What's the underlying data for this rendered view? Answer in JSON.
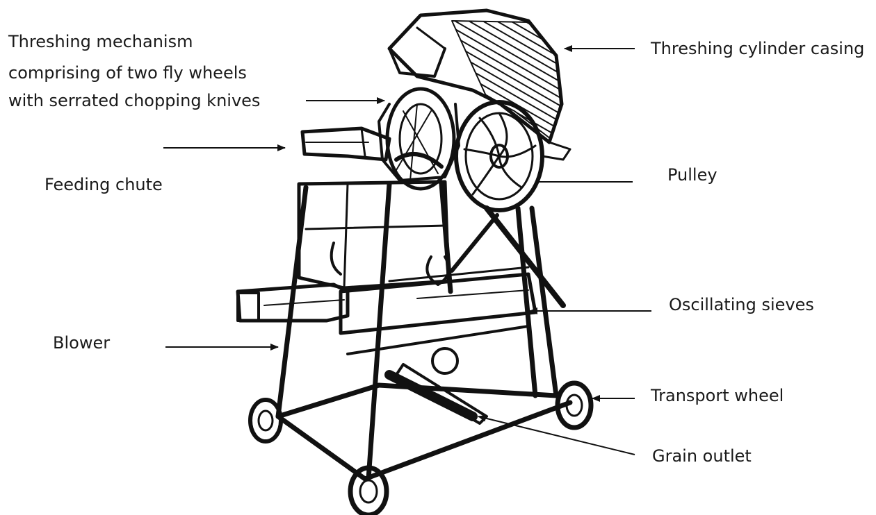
{
  "diagram": {
    "labels": {
      "threshing_mechanism": [
        "Threshing mechanism",
        "comprising of two fly wheels",
        "with serrated chopping knives"
      ],
      "threshing_cylinder_casing": "Threshing cylinder casing",
      "feeding_chute": "Feeding chute",
      "pulley": "Pulley",
      "oscillating_sieves": "Oscillating sieves",
      "blower": "Blower",
      "transport_wheel": "Transport wheel",
      "grain_outlet": "Grain outlet"
    },
    "colors": {
      "ink": "#111111",
      "text": "#1a1a1a",
      "background": "#ffffff"
    }
  }
}
